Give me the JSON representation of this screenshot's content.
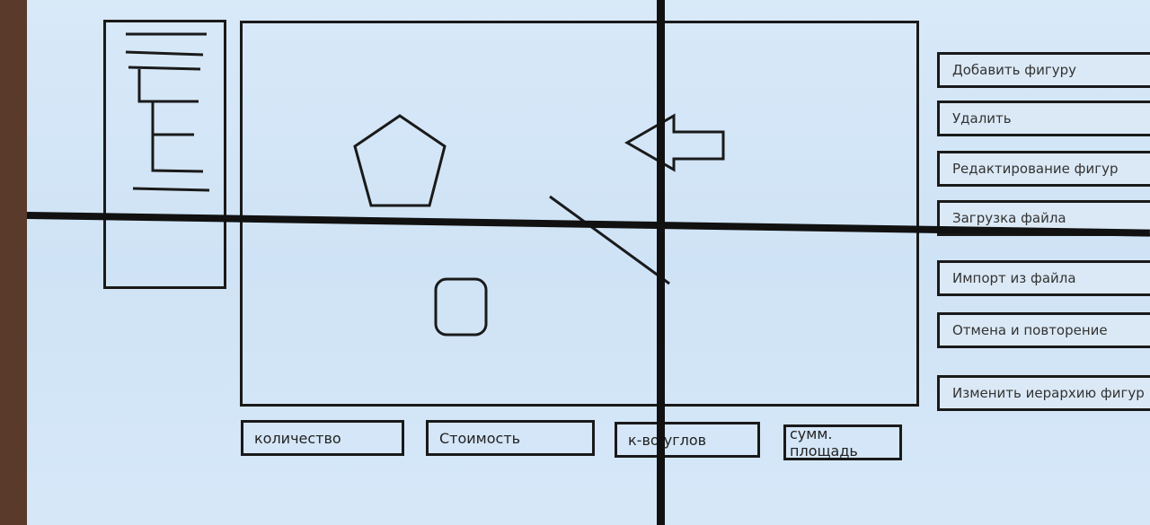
{
  "buttons": {
    "add_shape": "Добавить фигуру",
    "delete": "Удалить",
    "edit_shapes": "Редактирование фигур",
    "load_file": "Загрузка файла",
    "import_file": "Импорт из файла",
    "undo_redo": "Отмена и повторение",
    "change_hierarchy": "Изменить иерархию фигур"
  },
  "stats": {
    "count": "количество",
    "cost": "Стоимость",
    "corners": "к-во углов",
    "area_sum": "сумм. площадь"
  },
  "shape_icons": [
    "pentagon-shape",
    "arrow-left-shape",
    "rounded-square-shape",
    "line-shape"
  ],
  "colors": {
    "background": "#cfe2f4",
    "stroke": "#1a1a1a"
  }
}
